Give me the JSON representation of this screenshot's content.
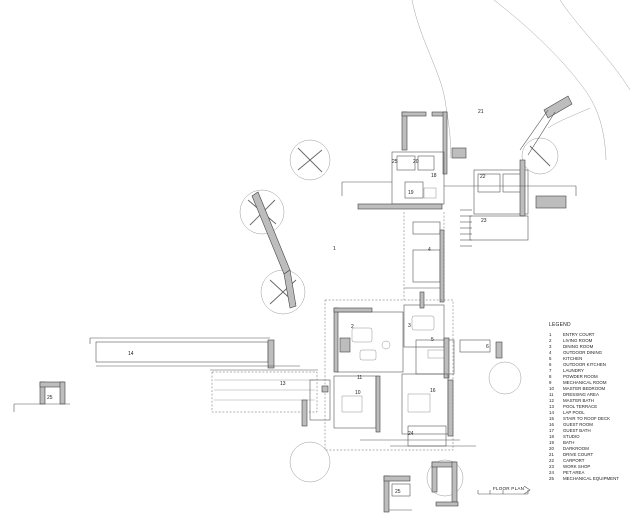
{
  "legend": {
    "title": "LEGEND",
    "items": [
      {
        "num": "1",
        "label": "ENTRY COURT"
      },
      {
        "num": "2",
        "label": "LIVING ROOM"
      },
      {
        "num": "3",
        "label": "DINING ROOM"
      },
      {
        "num": "4",
        "label": "OUTDOOR DINING"
      },
      {
        "num": "5",
        "label": "KITCHEN"
      },
      {
        "num": "6",
        "label": "OUTDOOR KITCHEN"
      },
      {
        "num": "7",
        "label": "LAUNDRY"
      },
      {
        "num": "8",
        "label": "POWDER ROOM"
      },
      {
        "num": "9",
        "label": "MECHANICAL ROOM"
      },
      {
        "num": "10",
        "label": "MASTER BEDROOM"
      },
      {
        "num": "11",
        "label": "DRESSING AREA"
      },
      {
        "num": "12",
        "label": "MASTER BATH"
      },
      {
        "num": "13",
        "label": "POOL TERRACE"
      },
      {
        "num": "14",
        "label": "LAP POOL"
      },
      {
        "num": "15",
        "label": "STAIR TO ROOF DECK"
      },
      {
        "num": "16",
        "label": "GUEST ROOM"
      },
      {
        "num": "17",
        "label": "GUEST BATH"
      },
      {
        "num": "18",
        "label": "STUDIO"
      },
      {
        "num": "19",
        "label": "BATH"
      },
      {
        "num": "20",
        "label": "DARKROOM"
      },
      {
        "num": "21",
        "label": "DRIVE COURT"
      },
      {
        "num": "22",
        "label": "CARPORT"
      },
      {
        "num": "23",
        "label": "WORK SHOP"
      },
      {
        "num": "24",
        "label": "PET AREA"
      },
      {
        "num": "25",
        "label": "MECHANICAL EQUIPMENT"
      }
    ]
  },
  "caption": "FLOOR PLAN",
  "rooms": {
    "r1": "1",
    "r2": "2",
    "r3": "3",
    "r4": "4",
    "r5": "5",
    "r6": "6",
    "r10": "10",
    "r11": "11",
    "r13": "13",
    "r14": "14",
    "r16": "16",
    "r18": "18",
    "r19": "19",
    "r20": "20",
    "r21": "21",
    "r22": "22",
    "r23": "23",
    "r24": "24",
    "r25a": "25",
    "r25b": "25",
    "r25c": "25"
  }
}
